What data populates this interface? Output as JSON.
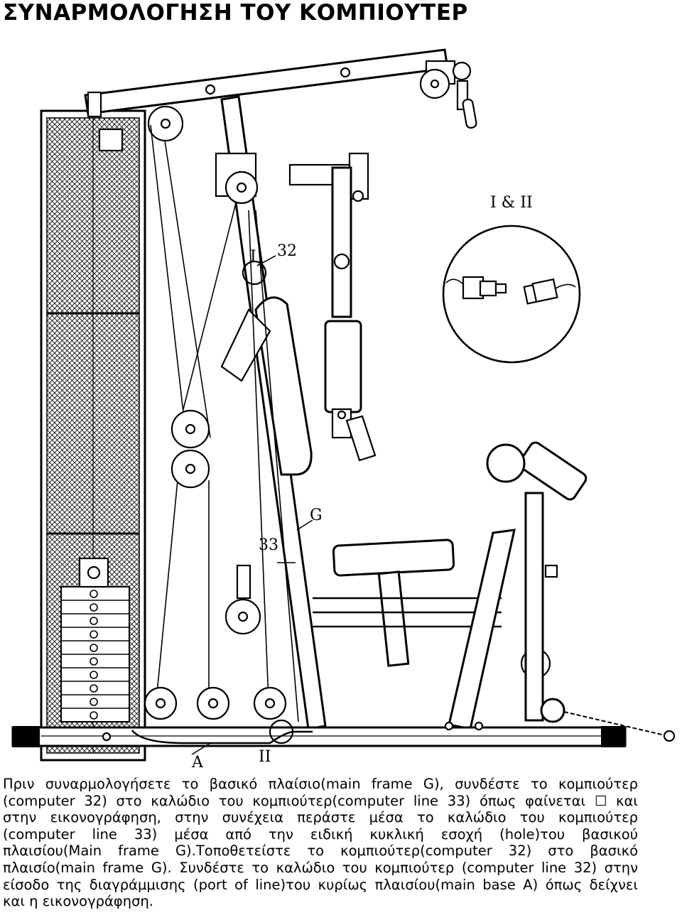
{
  "page": {
    "title": "ΣΥΝΑΡΜΟΛΟΓΗΣΗ ΤΟΥ ΚΟΜΠΙΟΥΤΕΡ"
  },
  "figure": {
    "callouts": {
      "detail_label": "I & II",
      "marker_i": "I",
      "marker_ii": "II",
      "part_32": "32",
      "part_33": "33",
      "part_g": "G",
      "part_a": "A"
    }
  },
  "instructions": {
    "lines": [
      "Πριν συναρμολογήσετε το βασικό πλαίσιο(main frame G), συνδέστε το κομπιούτερ",
      "(computer 32) στο καλώδιο του κομπιούτερ(computer line 33) όπως φαίνεται ☐ και",
      "στην εικονογράφηση, στην συνέχεια περάστε μέσα το καλώδιο του κομπιούτερ",
      "(computer line 33) μέσα από την ειδική κυκλική εσοχή (hole)του βασικού",
      "πλαισίου(Main frame G).Τοποθετείστε το κομπιούτερ(computer 32) στο βασικό",
      "πλαισίο(main frame G). Συνδέστε το καλώδιο του κομπιούτερ (computer line 32) στην",
      "είσοδο της διαγράμμισης (port of line)του κυρίως πλαισίου(main base A) όπως δείχνει",
      "και η εικονογράφηση."
    ]
  }
}
